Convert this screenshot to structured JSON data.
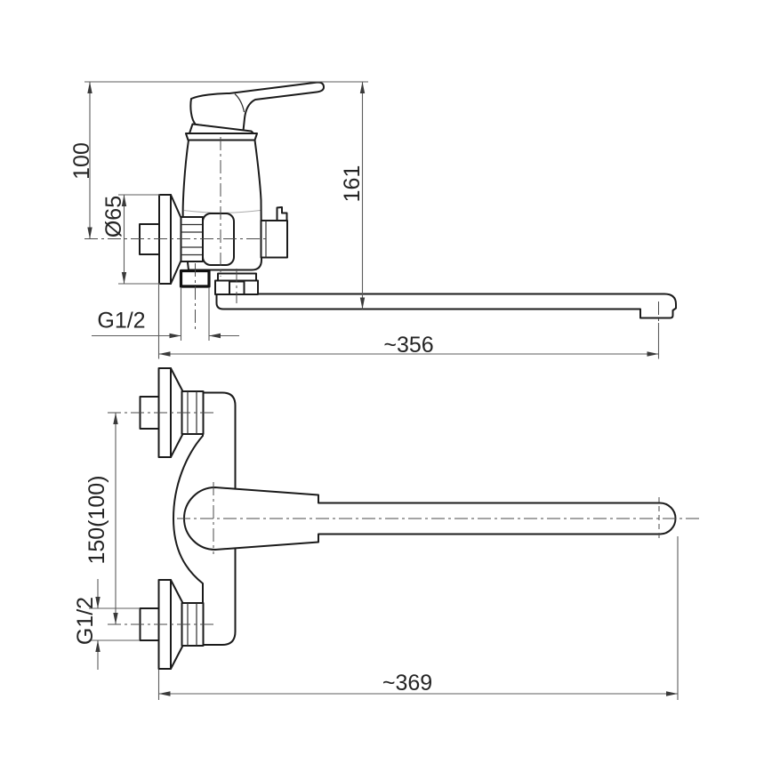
{
  "drawing": {
    "type": "technical-dimension-drawing",
    "subject": "wall-mounted single-lever bath mixer with long swivel spout, two orthographic views",
    "colors": {
      "background": "#ffffff",
      "outline": "#1b1b1b",
      "dimension_lines": "#5c5c5c",
      "centerlines": "#4a4a4a",
      "text": "#242424"
    },
    "side_view": {
      "dims": {
        "handle_height": "100",
        "flange_diameter": "Ø65",
        "overall_height": "161",
        "outlet_thread": "G1/2",
        "spout_reach": "~356"
      }
    },
    "front_view": {
      "dims": {
        "connection_centers": "150(100)",
        "connection_thread": "G1/2",
        "overall_length": "~369"
      }
    }
  }
}
